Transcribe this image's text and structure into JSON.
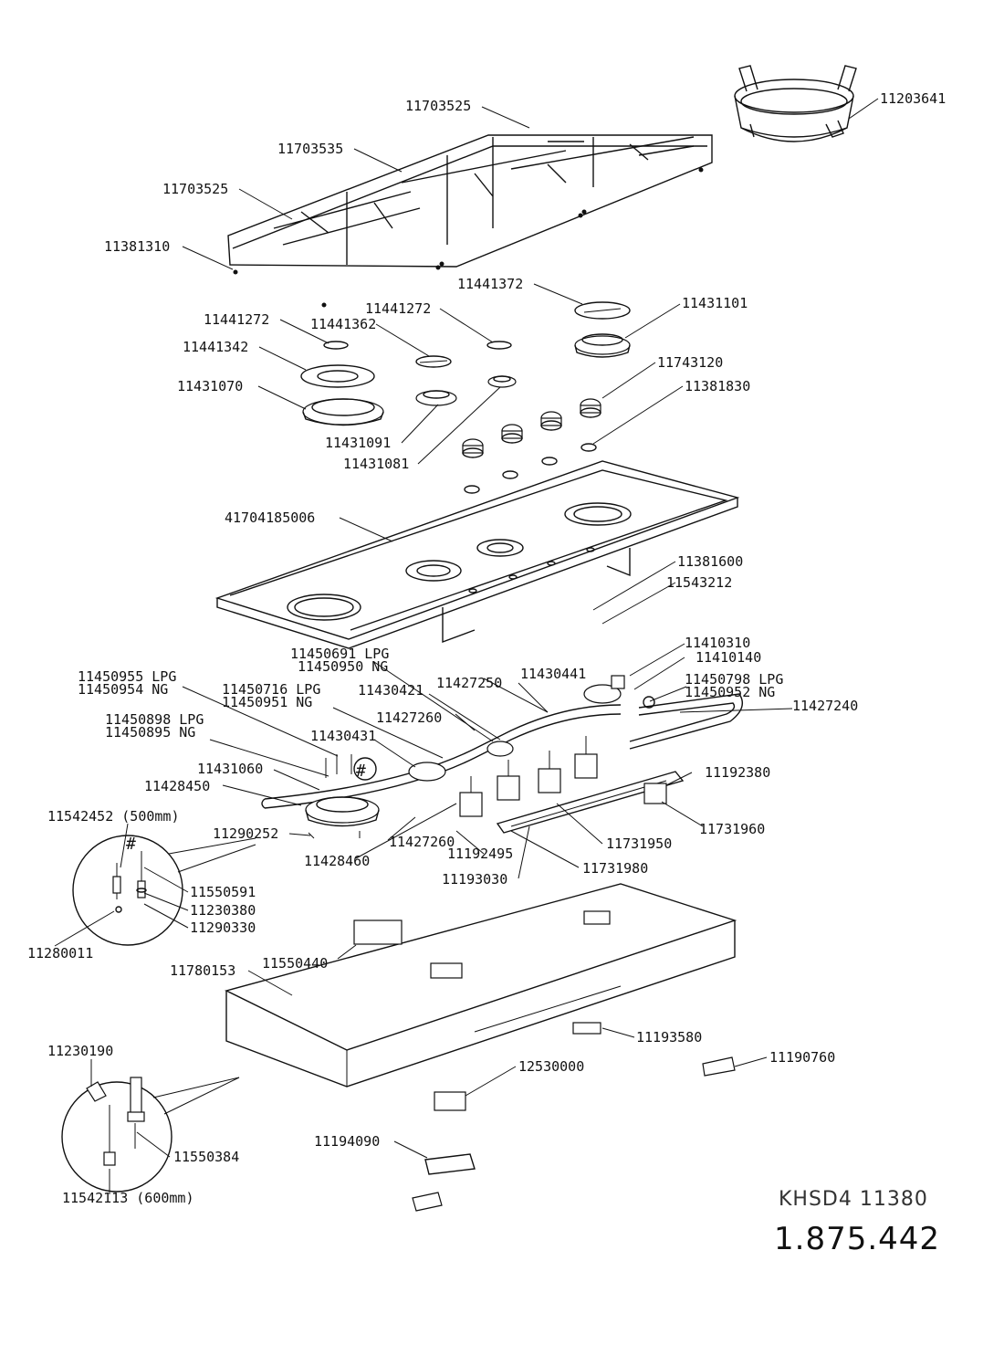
{
  "model_code": "KHSD4 11380",
  "document_number": "1.875.442",
  "callout_symbol": "#",
  "part_labels": {
    "p11203641": "11203641",
    "p11703525_top": "11703525",
    "p11703535": "11703535",
    "p11703525_left": "11703525",
    "p11381310": "11381310",
    "p11441372": "11441372",
    "p11431101": "11431101",
    "p11441272_a": "11441272",
    "p11441362": "11441362",
    "p11441272_b": "11441272",
    "p11441342": "11441342",
    "p11743120": "11743120",
    "p11381830": "11381830",
    "p11431070": "11431070",
    "p11431091": "11431091",
    "p11431081": "11431081",
    "p41704185006": "41704185006",
    "p11381600": "11381600",
    "p11543212": "11543212",
    "p11450691_lpg": "11450691  LPG",
    "p11450950_ng": "11450950  NG",
    "p11410310": "11410310",
    "p11410140": "11410140",
    "p11450955_lpg": "11450955  LPG",
    "p11450954_ng": "11450954  NG",
    "p11430441": "11430441",
    "p11427250": "11427250",
    "p11450798_lpg": "11450798  LPG",
    "p11450952_ng": "11450952  NG",
    "p11450716_lpg": "11450716  LPG",
    "p11450951_ng": "11450951  NG",
    "p11430421": "11430421",
    "p11427240": "11427240",
    "p11450898_lpg": "11450898  LPG",
    "p11450895_ng": "11450895  NG",
    "p11427260_a": "11427260",
    "p11430431": "11430431",
    "p11431060": "11431060",
    "p11192380": "11192380",
    "p11428450": "11428450",
    "p11542452": "11542452  (500mm)",
    "p11290252": "11290252",
    "p11427260_b": "11427260",
    "p11731950": "11731950",
    "p11731960": "11731960",
    "p11192495": "11192495",
    "p11428460": "11428460",
    "p11731980": "11731980",
    "p11193030": "11193030",
    "p11550591": "11550591",
    "p11230380": "11230380",
    "p11290330": "11290330",
    "p11280011": "11280011",
    "p11550440": "11550440",
    "p11780153": "11780153",
    "p11193580": "11193580",
    "p11230190": "11230190",
    "p11190760": "11190760",
    "p12530000": "12530000",
    "p11194090": "11194090",
    "p11550384": "11550384",
    "p11542113": "11542113  (600mm)"
  }
}
